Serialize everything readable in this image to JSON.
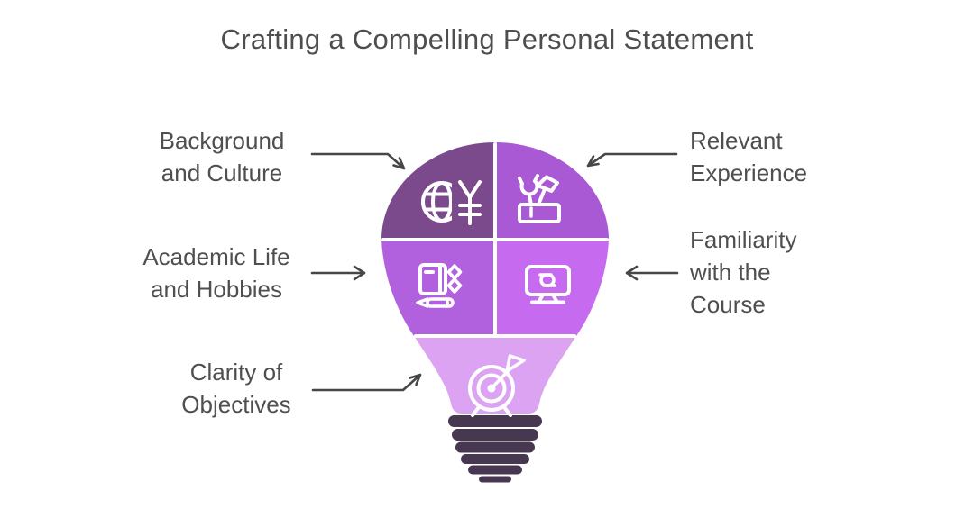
{
  "title": "Crafting a Compelling Personal Statement",
  "labels": [
    {
      "text": "Background and Culture",
      "lines": [
        "Background",
        "and Culture"
      ]
    },
    {
      "text": "Relevant Experience",
      "lines": [
        "Relevant",
        "Experience"
      ]
    },
    {
      "text": "Academic Life and Hobbies",
      "lines": [
        "Academic Life",
        "and Hobbies"
      ]
    },
    {
      "text": "Familiarity with the Course",
      "lines": [
        "Familiarity",
        "with the",
        "Course"
      ]
    },
    {
      "text": "Clarity of Objectives",
      "lines": [
        "Clarity of",
        "Objectives"
      ]
    }
  ],
  "icons": [
    "globe-yen-icon",
    "toolbox-wrench-hammer-icon",
    "notebook-pencil-icon",
    "monitor-link-icon",
    "target-dart-icon"
  ],
  "arrows": [
    "arrow-down-right-to-top-left-quadrant",
    "arrow-down-left-to-top-right-quadrant",
    "arrow-right-to-mid-left-quadrant",
    "arrow-left-to-mid-right-quadrant",
    "arrow-up-right-to-bulb-neck"
  ],
  "colors": {
    "quadrant_top_left": "#7b4a8c",
    "quadrant_top_right": "#a959d3",
    "quadrant_mid_left": "#b261de",
    "quadrant_mid_right": "#c66bef",
    "neck": "#dca3f2",
    "base": "#473750",
    "arrow": "#474747",
    "divider": "#ffffff",
    "icon_stroke": "#ffffff"
  }
}
